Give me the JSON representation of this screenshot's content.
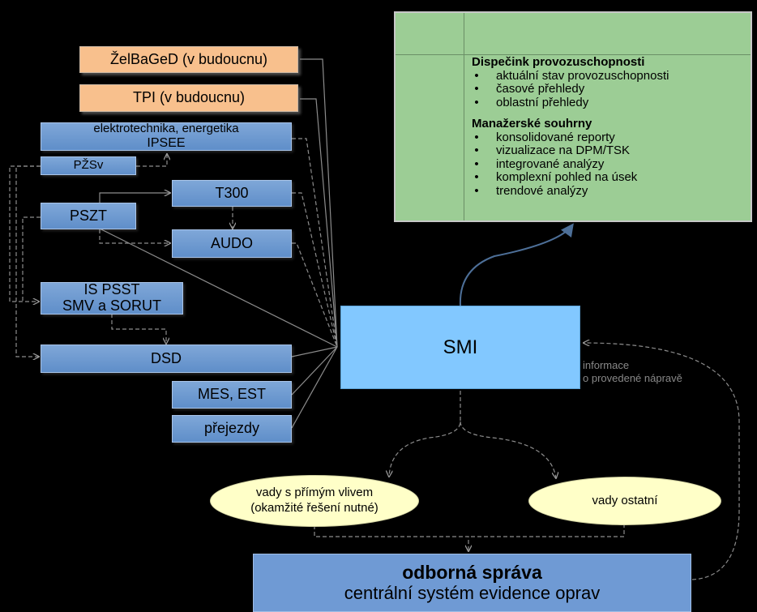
{
  "sources": {
    "zelbaged": "ŽelBaGeD (v budoucnu)",
    "tpi": "TPI (v budoucnu)",
    "elektro_line1": "elektrotechnika, energetika",
    "elektro_line2": "IPSEE",
    "pzsv": "PŽSv",
    "pszt": "PSZT",
    "t300": "T300",
    "audo": "AUDO",
    "is_psst_line1": "IS PSST",
    "is_psst_line2": "SMV a SORUT",
    "dsd": "DSD",
    "mes_est": "MES, EST",
    "prejezdy": "přejezdy"
  },
  "smi": "SMI",
  "dispatch_panel": {
    "section1_title": "Dispečink provozuschopnosti",
    "section1_items": [
      "aktuální stav provozuschopnosti",
      "časové přehledy",
      "oblastní přehledy"
    ],
    "section2_title": "Manažerské souhrny",
    "section2_items": [
      "konsolidované reporty",
      "vizualizace na DPM/TSK",
      "integrované analýzy",
      "komplexní pohled na úsek",
      "trendové analýzy"
    ]
  },
  "defects": {
    "direct_line1": "vady s přímým vlivem",
    "direct_line2": "(okamžité řešení nutné)",
    "other": "vady ostatní"
  },
  "maintenance": {
    "title": "odborná správa",
    "subtitle": "centrální systém evidence oprav"
  },
  "feedback_label": {
    "line1": "informace",
    "line2": "o provedené nápravě"
  }
}
